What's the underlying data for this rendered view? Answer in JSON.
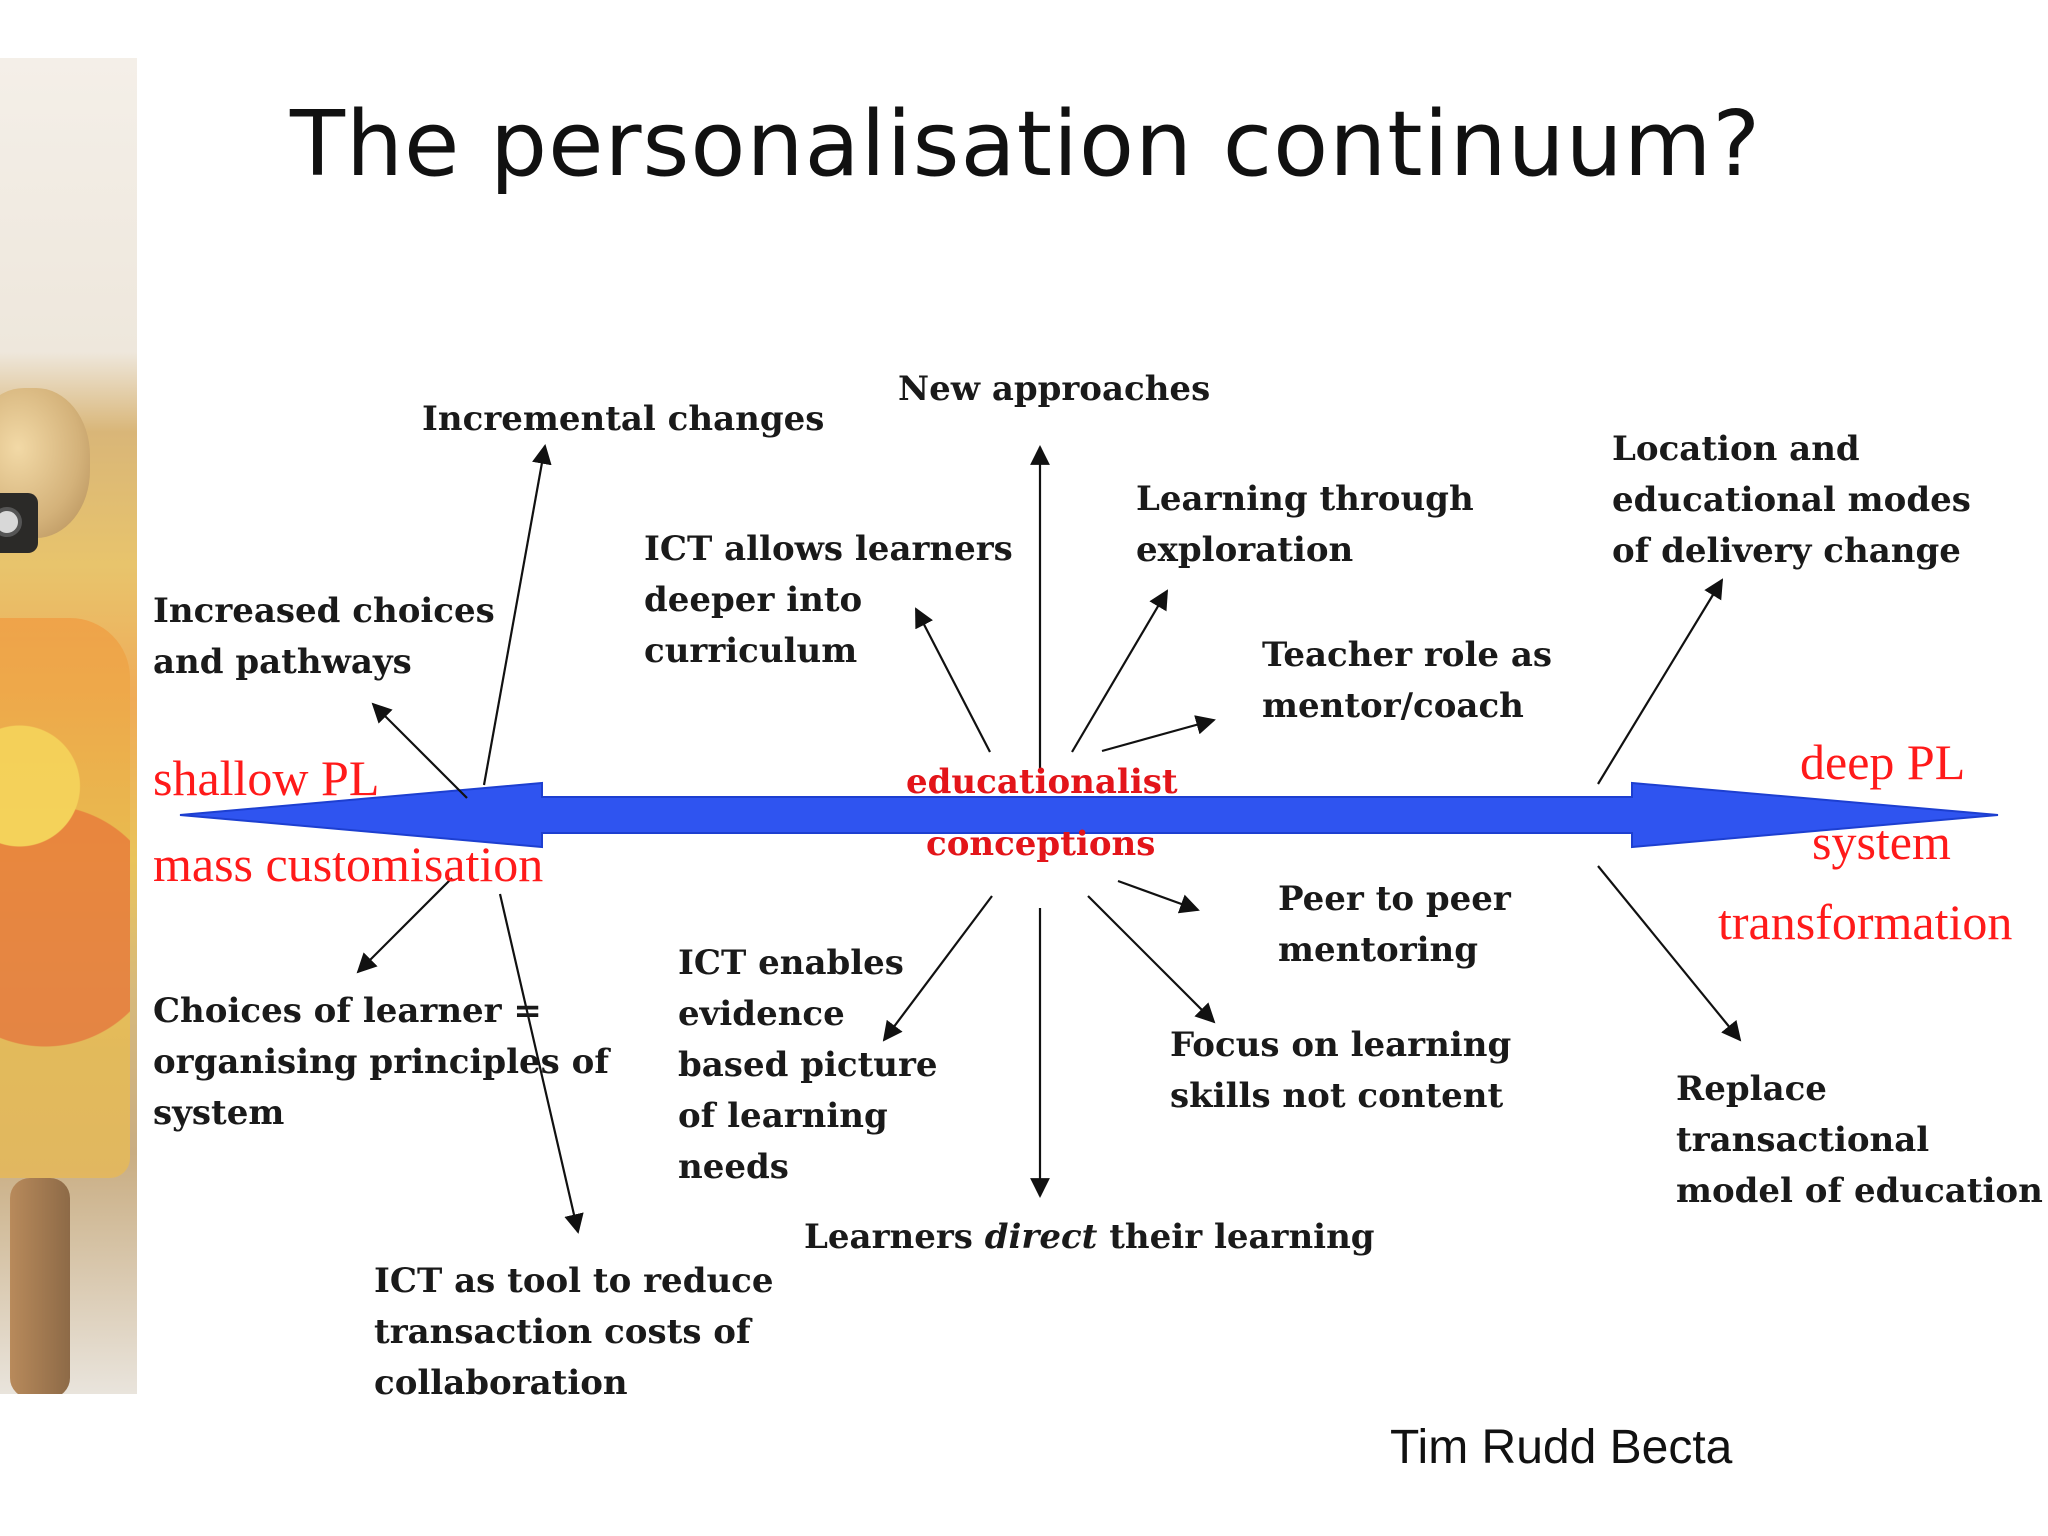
{
  "title": "The personalisation continuum?",
  "axis": {
    "left_labels": [
      "shallow PL",
      "mass customisation"
    ],
    "center_labels": [
      "educationalist",
      "conceptions"
    ],
    "right_labels": [
      "deep PL",
      "system",
      "transformation"
    ],
    "arrow_color": "#2f54f0"
  },
  "nodes": {
    "incremental": "Incremental changes",
    "new_approaches": "New approaches",
    "location": "Location and\neducational modes\nof delivery change",
    "learning_exploration": "Learning through\nexploration",
    "ict_allows": "ICT allows learners\ndeeper into\ncurriculum",
    "increased_choices": "Increased choices\nand pathways",
    "teacher_role": "Teacher role as\nmentor/coach",
    "peer": "Peer to peer\nmentoring",
    "ict_enables": "ICT enables\nevidence\nbased picture\nof learning\nneeds",
    "choices_learner": "Choices of learner =\norganising principles of\nsystem",
    "focus": "Focus on learning\nskills not content",
    "replace": "Replace\ntransactional\nmodel of education",
    "learners_direct": {
      "before": "Learners ",
      "emphasis": "direct",
      "after": " their learning"
    },
    "ict_tool": "ICT as tool to reduce\ntransaction costs of\ncollaboration"
  },
  "credit": "Tim Rudd Becta"
}
